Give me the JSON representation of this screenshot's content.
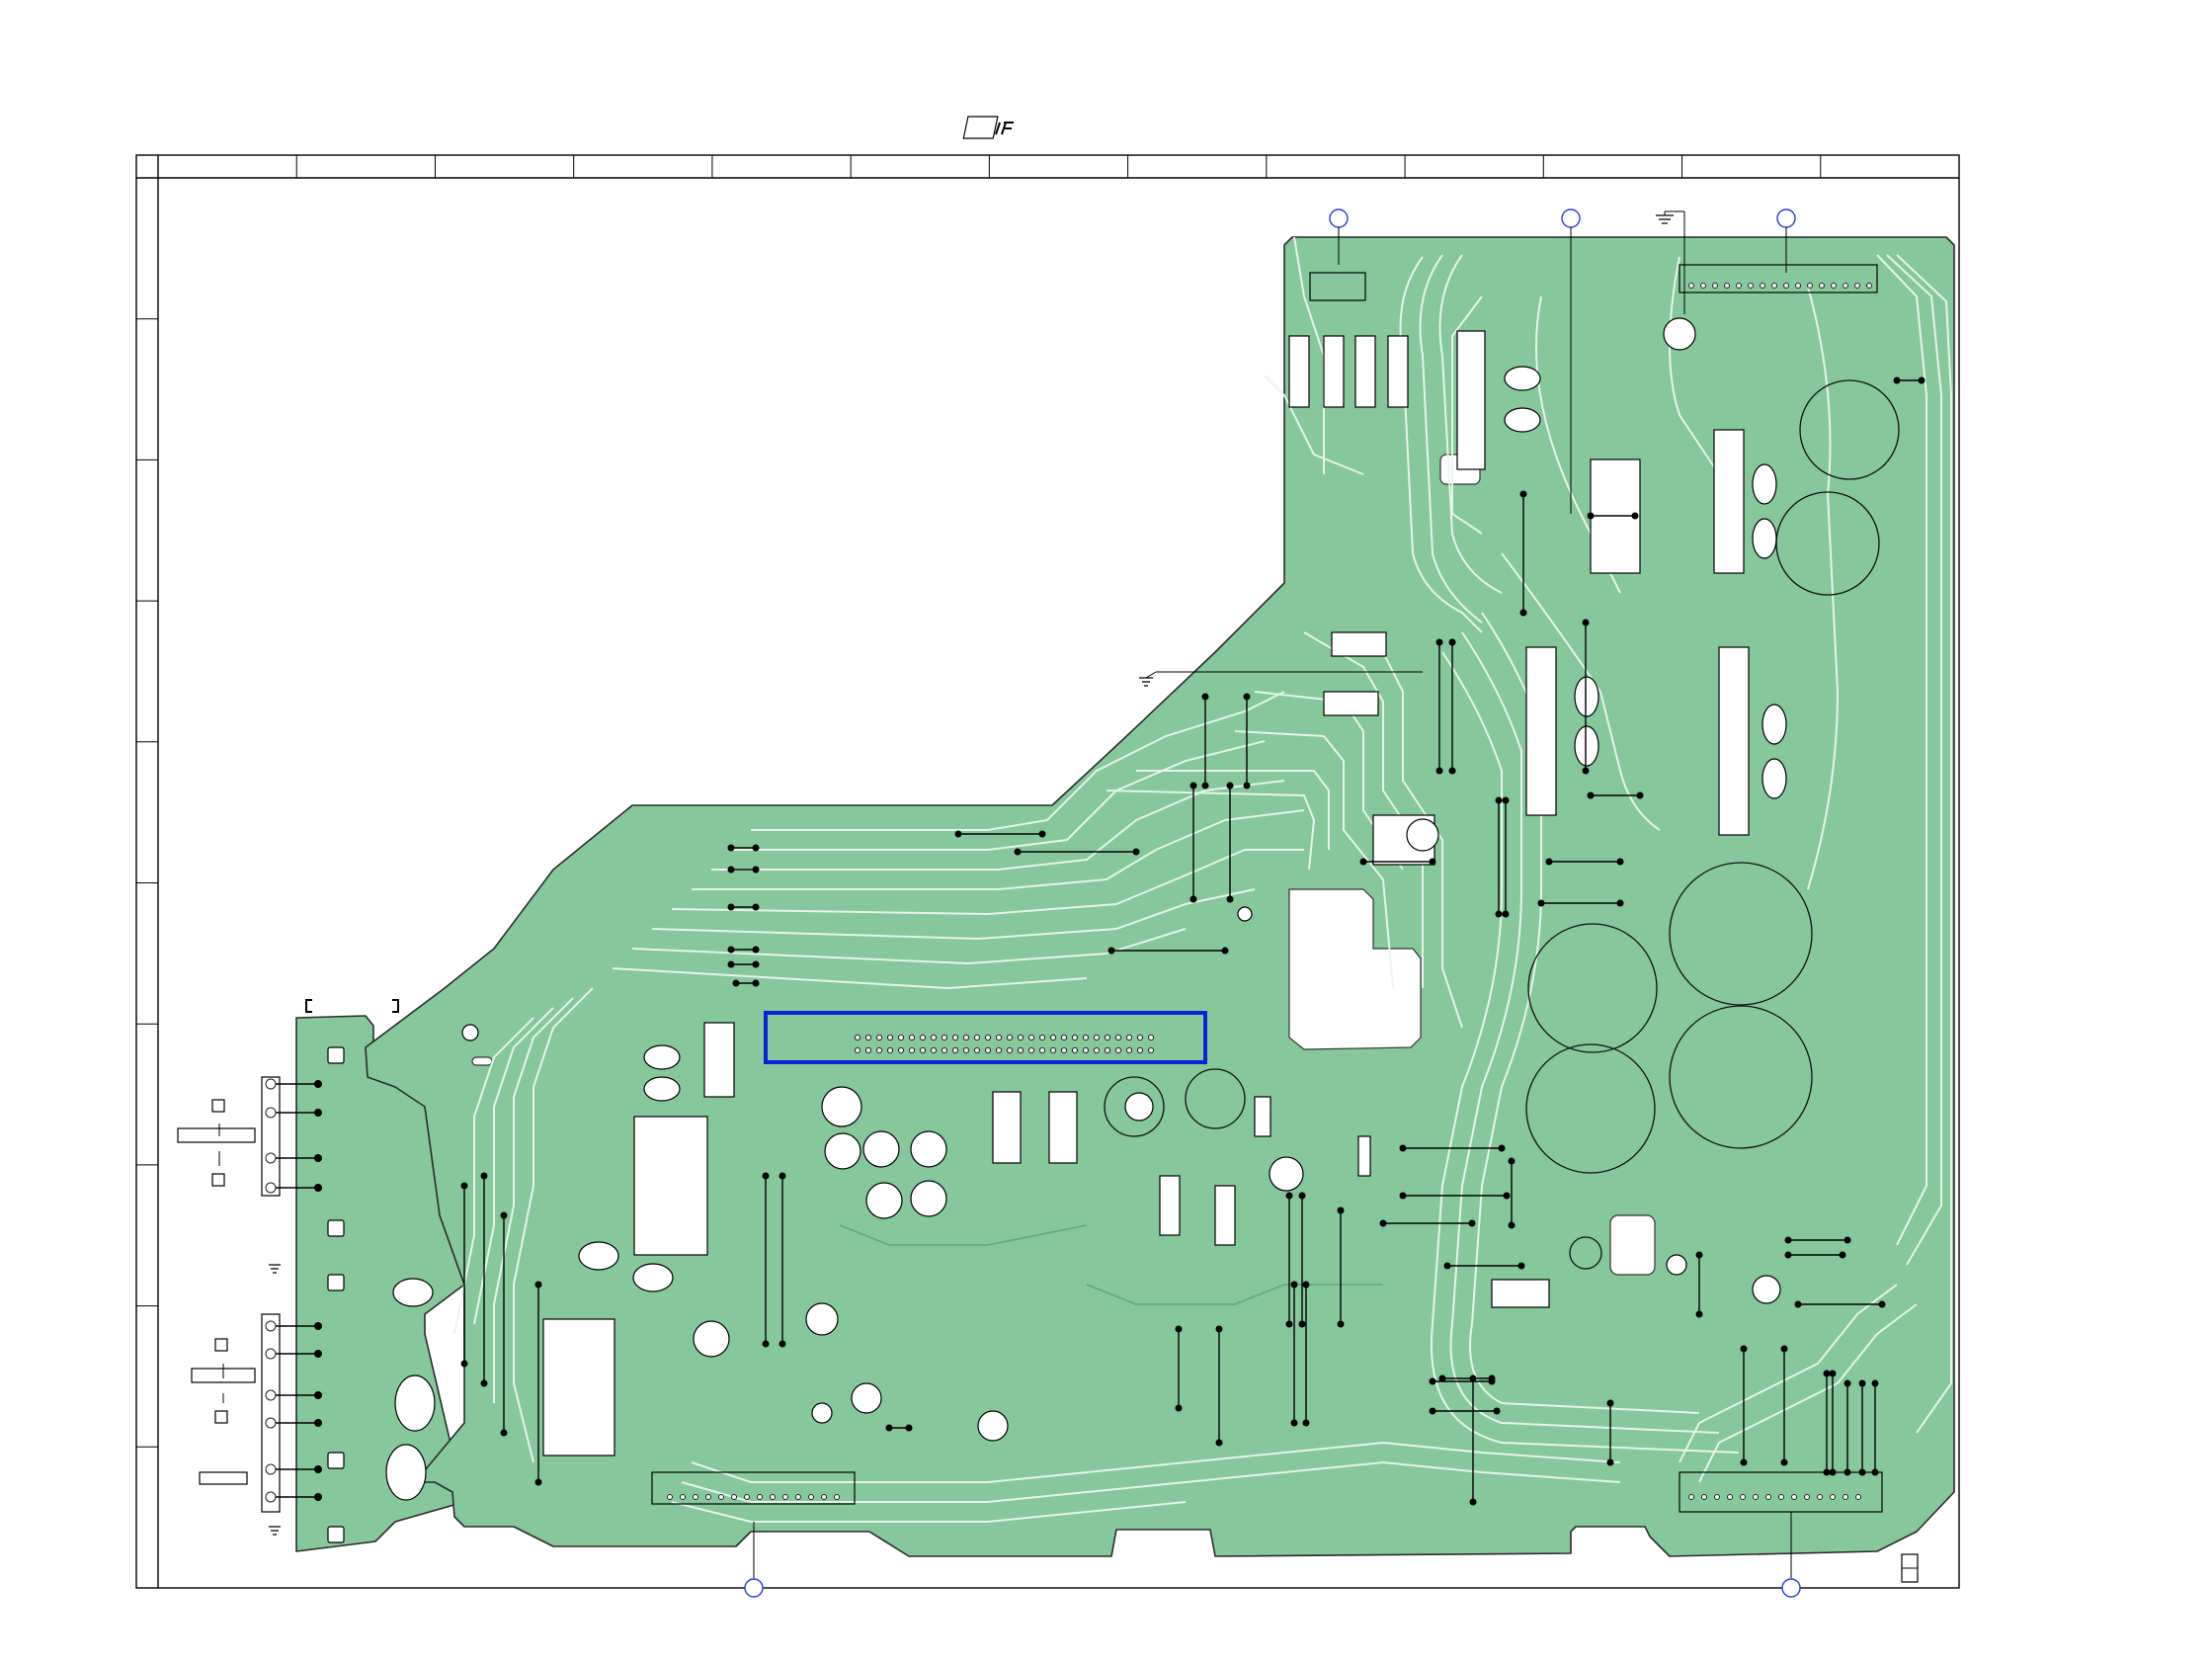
{
  "diagram": {
    "type": "printed-circuit-board layout",
    "colors": {
      "board_fill": "#86c79b",
      "trace_highlight": "#eaf5ee",
      "outline": "#2b2b2b",
      "selection_box": "#0a22d6",
      "reference_marker": "#2a3ddb"
    },
    "grid_columns": 13,
    "grid_rows": 10,
    "reference_markers": 5,
    "selection_box_present": true,
    "icons": [
      "logo-icon",
      "ground-symbol-icon"
    ]
  }
}
